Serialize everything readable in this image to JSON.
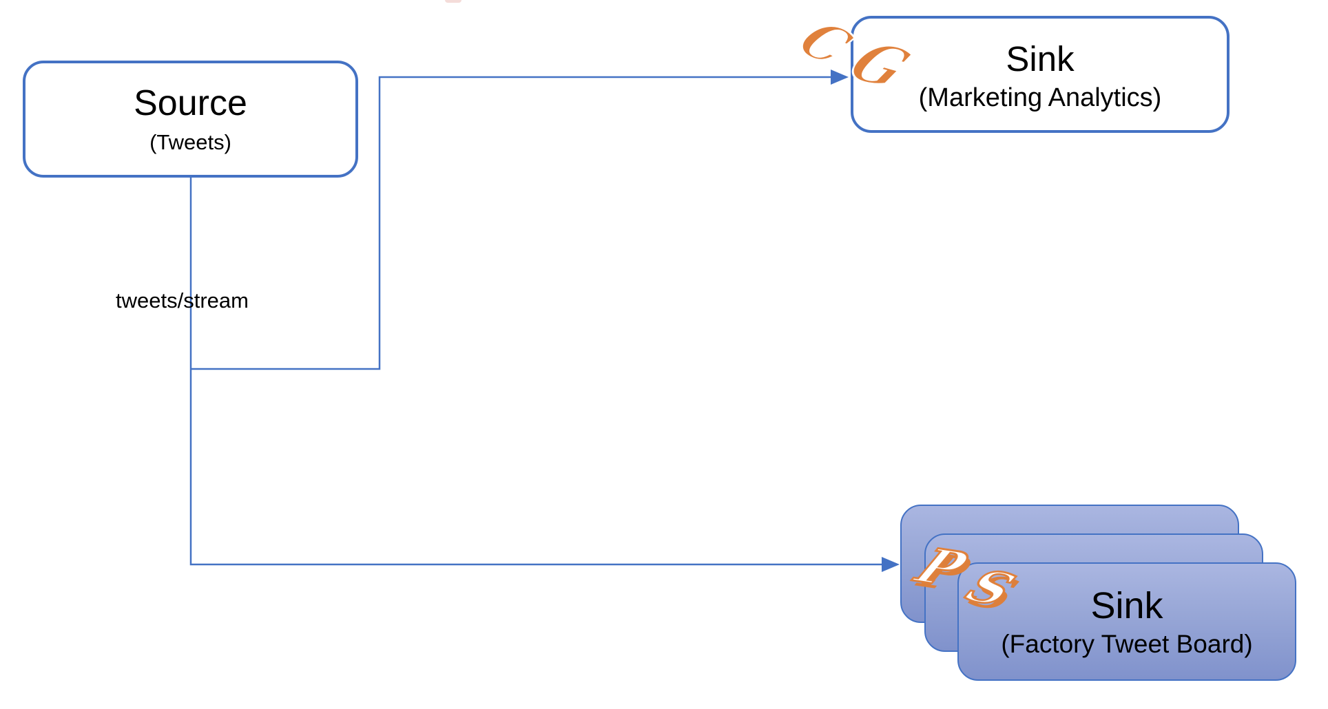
{
  "colors": {
    "accent_blue": "#4472C4",
    "stack_fill_top": "#AAB6E1",
    "stack_fill_bottom": "#8092CC",
    "logo_orange": "#E0813C",
    "text": "#000000",
    "background": "#FFFFFF"
  },
  "nodes": {
    "source": {
      "title": "Source",
      "subtitle": "(Tweets)"
    },
    "sink_marketing": {
      "title": "Sink",
      "subtitle": "(Marketing Analytics)"
    },
    "sink_factory": {
      "title": "Sink",
      "subtitle": "(Factory Tweet Board)",
      "stack_count": 3
    }
  },
  "logos": {
    "cg": {
      "letter1": "C",
      "letter2": "G"
    },
    "ps": {
      "letter1": "P",
      "letter2": "S"
    }
  },
  "edges": {
    "stream_label": "tweets/stream"
  }
}
